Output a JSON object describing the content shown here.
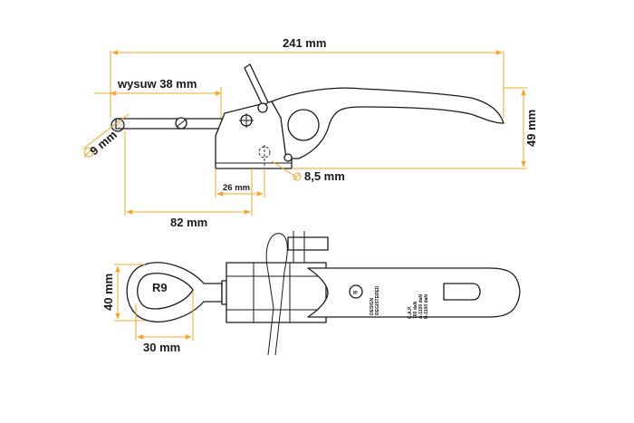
{
  "dimensions": {
    "total_length": "241 mm",
    "stroke": "wysuw 38 mm",
    "pin_diameter": "9 mm",
    "height": "49 mm",
    "hole": "8,5 mm",
    "hole_spacing": "26 mm",
    "reach": "82 mm",
    "eye_width": "40 mm",
    "eye_radius": "R9",
    "eye_length": "30 mm",
    "diameter_symbol": "Ø"
  },
  "embossing": {
    "design_line1": "DESIGN",
    "design_line2": "REGISTERED",
    "cap_title": "C.A.P.",
    "rating_1": "700 daN",
    "rating_2": "A-1100 daN",
    "rating_3": "B-1100 daN"
  },
  "colors": {
    "dimension_lines": "#f2a72e",
    "outline": "#1a1a1a"
  }
}
